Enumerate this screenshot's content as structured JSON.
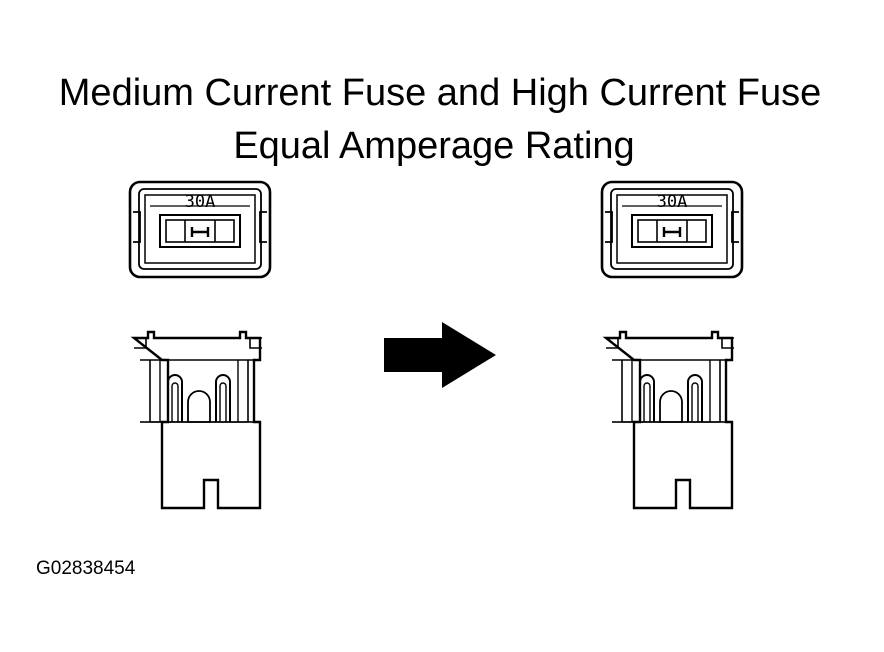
{
  "title": {
    "line1": "Medium Current Fuse and High Current Fuse",
    "line2": "Equal Amperage Rating"
  },
  "fuses": [
    {
      "rating": "30A"
    },
    {
      "rating": "30A"
    }
  ],
  "figure_id": "G02838454",
  "colors": {
    "ink": "#000000",
    "background": "#ffffff"
  },
  "icons": {
    "transition": "arrow-right-icon"
  }
}
